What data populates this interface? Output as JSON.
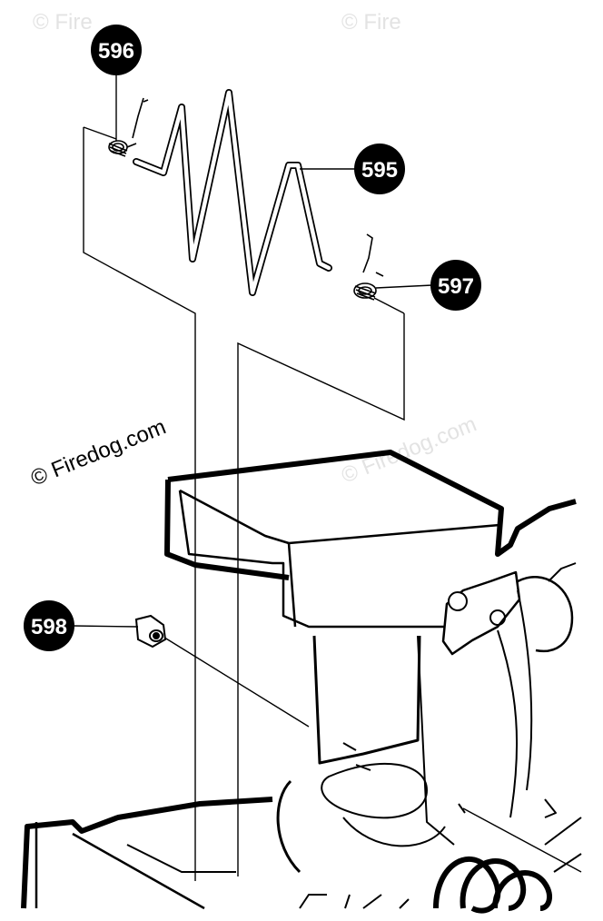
{
  "callouts": [
    {
      "id": "596",
      "label": "596"
    },
    {
      "id": "595",
      "label": "595"
    },
    {
      "id": "597",
      "label": "597"
    },
    {
      "id": "598",
      "label": "598"
    }
  ],
  "watermarks": {
    "main": "© Firedog.com",
    "faint_center": "© Firedog.com",
    "faint_top_left": "© Fire",
    "faint_top_right": "© Fire"
  },
  "colors": {
    "ink": "#000000",
    "callout_fill": "#000000",
    "callout_text": "#ffffff",
    "watermark_faint": "#e3e3e3"
  }
}
